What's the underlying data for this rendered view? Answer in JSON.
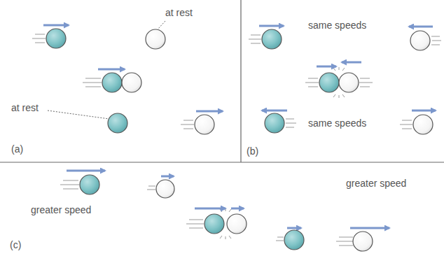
{
  "diagram": {
    "labels": [
      "at rest",
      "same speeds",
      "at rest",
      "same speeds",
      "(a)",
      "(b)",
      "greater speed",
      "greater speed",
      "(c)"
    ]
  }
}
